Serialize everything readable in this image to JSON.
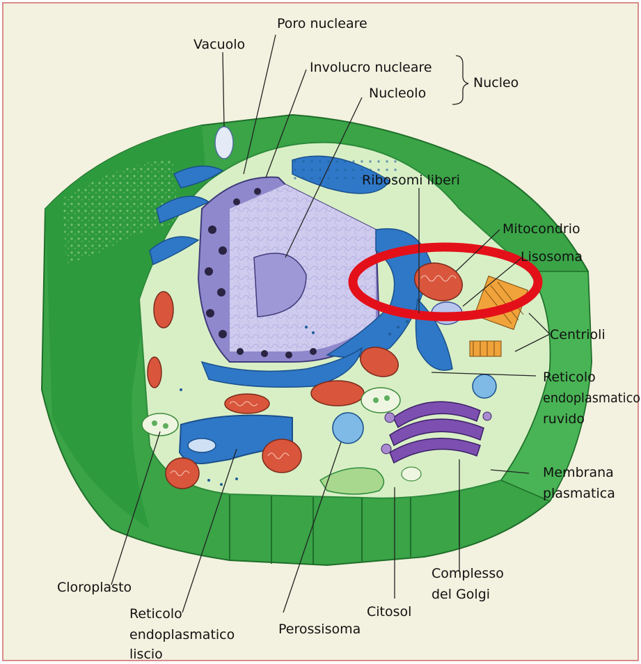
{
  "labels": {
    "vacuolo": "Vacuolo",
    "poro_nucleare": "Poro nucleare",
    "involucro_nucleare": "Involucro nucleare",
    "nucleolo": "Nucleolo",
    "nucleo": "Nucleo",
    "ribosomi_liberi": "Ribosomi liberi",
    "mitocondrio": "Mitocondrio",
    "lisosoma": "Lisosoma",
    "centrioli": "Centrioli",
    "rer_1": "Reticolo",
    "rer_2": "endoplasmatico",
    "rer_3": "ruvido",
    "membrana_1": "Membrana",
    "membrana_2": "plasmatica",
    "cloroplasto": "Cloroplasto",
    "ser_1": "Reticolo",
    "ser_2": "endoplasmatico",
    "ser_3": "liscio",
    "perossisoma": "Perossisoma",
    "citosol": "Citosol",
    "golgi_1": "Complesso",
    "golgi_2": "del Golgi"
  },
  "colors": {
    "background": "#f3f1df",
    "frame_border": "#d98a8a",
    "cell_wall": "#3aa447",
    "cell_wall_dark": "#2a8a38",
    "cytoplasm": "#d8efc6",
    "nucleus": "#8f88cc",
    "nucleoplasm": "#cfcbee",
    "er": "#2f78c8",
    "mitochondria": "#d9553c",
    "golgi": "#7c4fb0",
    "highlight_ring": "#e3101a"
  },
  "annotation": {
    "highlight": "red ellipse around mitochondrion and lysosome region"
  }
}
